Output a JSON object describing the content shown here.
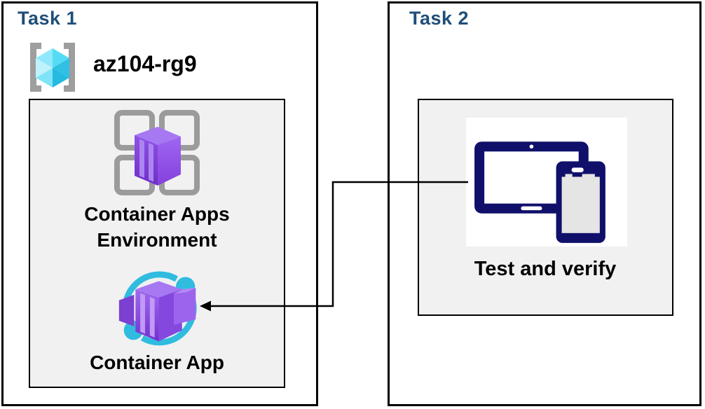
{
  "diagram": {
    "task1": {
      "title": "Task 1",
      "resource_group_name": "az104-rg9",
      "environment_label": "Container Apps Environment",
      "app_label": "Container App"
    },
    "task2": {
      "title": "Task 2",
      "verify_label": "Test and verify"
    },
    "connector": {
      "from": "devices-icon",
      "to": "container-app-icon",
      "style": "elbow-arrow"
    },
    "icons": {
      "resource_group": "resource-group-icon",
      "environment": "container-apps-environment-icon",
      "app": "container-app-icon",
      "devices": "devices-icon"
    },
    "colors": {
      "title_blue": "#1F4E79",
      "panel_gray": "#F1F1F2",
      "border_black": "#000000",
      "azure_purple": "#8A4BE0",
      "azure_purple_light": "#A678F2",
      "azure_cyan_arc": "#2FBCDF",
      "cube_cyan": "#55DCF5",
      "bracket_gray": "#9E9E9E",
      "grid_gray": "#9B9B9B",
      "device_navy": "#10106B",
      "device_screen_gray": "#E5E5E5"
    }
  }
}
